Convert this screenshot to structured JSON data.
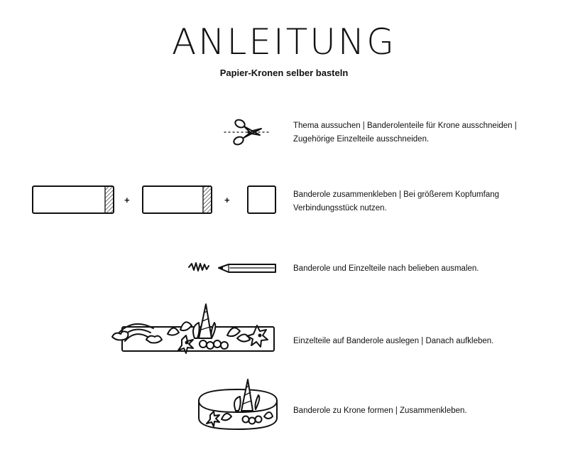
{
  "title": "ANLEITUNG",
  "subtitle": "Papier-Kronen selber basteln",
  "steps": [
    {
      "icon": "scissors-icon",
      "text": "Thema aussuchen | Banderolenteile für Krone ausschneiden | Zugehörige Einzelteile ausschneiden."
    },
    {
      "icon": "banderole-pieces-icon",
      "text": "Banderole zusammenkleben | Bei größerem Kopfumfang Verbindungsstück nutzen."
    },
    {
      "icon": "pencil-icon",
      "text": "Banderole und Einzelteile nach belieben ausmalen."
    },
    {
      "icon": "decorated-banderole-icon",
      "text": "Einzelteile auf Banderole auslegen | Danach aufkleben."
    },
    {
      "icon": "crown-icon",
      "text": "Banderole zu Krone formen | Zusammenkleben."
    }
  ],
  "plus_sign": "+"
}
